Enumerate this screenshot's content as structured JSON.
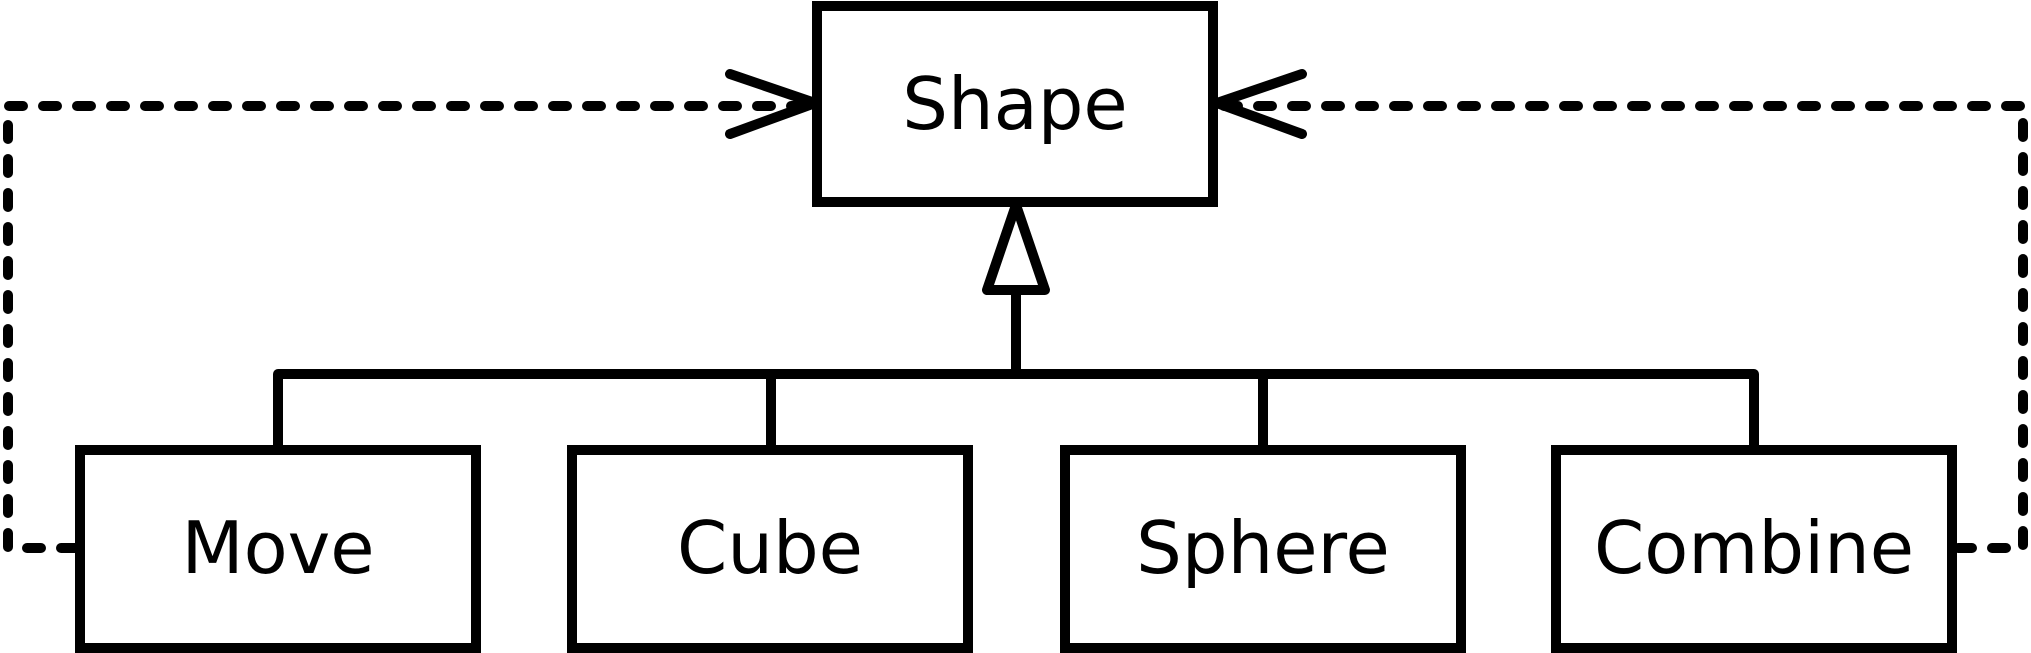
{
  "diagram": {
    "parent": {
      "label": "Shape"
    },
    "children": [
      {
        "label": "Move"
      },
      {
        "label": "Cube"
      },
      {
        "label": "Sphere"
      },
      {
        "label": "Combine"
      }
    ],
    "colors": {
      "line": "#000000",
      "background": "#ffffff"
    }
  }
}
